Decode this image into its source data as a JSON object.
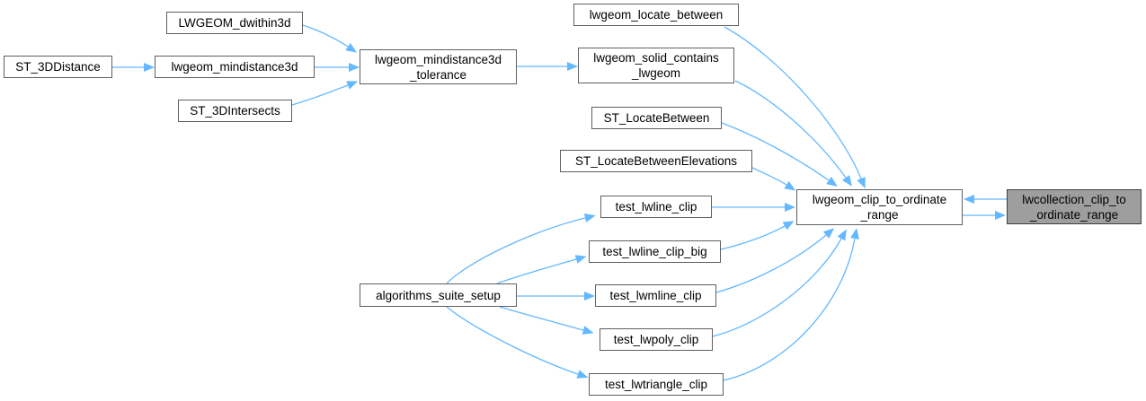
{
  "diagram": {
    "type": "call-graph",
    "nodes": [
      {
        "id": "st_3ddistance",
        "label": "ST_3DDistance",
        "lines": [
          "ST_3DDistance"
        ],
        "highlighted": false
      },
      {
        "id": "lwgeom_dwithin3d",
        "label": "LWGEOM_dwithin3d",
        "lines": [
          "LWGEOM_dwithin3d"
        ],
        "highlighted": false
      },
      {
        "id": "lwgeom_mindistance3d",
        "label": "lwgeom_mindistance3d",
        "lines": [
          "lwgeom_mindistance3d"
        ],
        "highlighted": false
      },
      {
        "id": "st_3dintersects",
        "label": "ST_3DIntersects",
        "lines": [
          "ST_3DIntersects"
        ],
        "highlighted": false
      },
      {
        "id": "lwgeom_mindistance3d_tolerance",
        "label": "lwgeom_mindistance3d_tolerance",
        "lines": [
          "lwgeom_mindistance3d",
          "_tolerance"
        ],
        "highlighted": false
      },
      {
        "id": "lwgeom_locate_between",
        "label": "lwgeom_locate_between",
        "lines": [
          "lwgeom_locate_between"
        ],
        "highlighted": false
      },
      {
        "id": "lwgeom_solid_contains_lwgeom",
        "label": "lwgeom_solid_contains_lwgeom",
        "lines": [
          "lwgeom_solid_contains",
          "_lwgeom"
        ],
        "highlighted": false
      },
      {
        "id": "st_locatebetween",
        "label": "ST_LocateBetween",
        "lines": [
          "ST_LocateBetween"
        ],
        "highlighted": false
      },
      {
        "id": "st_locatebetweenelevations",
        "label": "ST_LocateBetweenElevations",
        "lines": [
          "ST_LocateBetweenElevations"
        ],
        "highlighted": false
      },
      {
        "id": "test_lwline_clip",
        "label": "test_lwline_clip",
        "lines": [
          "test_lwline_clip"
        ],
        "highlighted": false
      },
      {
        "id": "test_lwline_clip_big",
        "label": "test_lwline_clip_big",
        "lines": [
          "test_lwline_clip_big"
        ],
        "highlighted": false
      },
      {
        "id": "algorithms_suite_setup",
        "label": "algorithms_suite_setup",
        "lines": [
          "algorithms_suite_setup"
        ],
        "highlighted": false
      },
      {
        "id": "test_lwmline_clip",
        "label": "test_lwmline_clip",
        "lines": [
          "test_lwmline_clip"
        ],
        "highlighted": false
      },
      {
        "id": "test_lwpoly_clip",
        "label": "test_lwpoly_clip",
        "lines": [
          "test_lwpoly_clip"
        ],
        "highlighted": false
      },
      {
        "id": "test_lwtriangle_clip",
        "label": "test_lwtriangle_clip",
        "lines": [
          "test_lwtriangle_clip"
        ],
        "highlighted": false
      },
      {
        "id": "lwgeom_clip_to_ordinate_range",
        "label": "lwgeom_clip_to_ordinate_range",
        "lines": [
          "lwgeom_clip_to_ordinate",
          "_range"
        ],
        "highlighted": false
      },
      {
        "id": "lwcollection_clip_to_ordinate_range",
        "label": "lwcollection_clip_to_ordinate_range",
        "lines": [
          "lwcollection_clip_to",
          "_ordinate_range"
        ],
        "highlighted": true
      }
    ],
    "edges": [
      {
        "from": "st_3ddistance",
        "to": "lwgeom_mindistance3d"
      },
      {
        "from": "lwgeom_dwithin3d",
        "to": "lwgeom_mindistance3d_tolerance"
      },
      {
        "from": "lwgeom_mindistance3d",
        "to": "lwgeom_mindistance3d_tolerance"
      },
      {
        "from": "st_3dintersects",
        "to": "lwgeom_mindistance3d_tolerance"
      },
      {
        "from": "lwgeom_mindistance3d_tolerance",
        "to": "lwgeom_solid_contains_lwgeom"
      },
      {
        "from": "lwgeom_locate_between",
        "to": "lwgeom_clip_to_ordinate_range"
      },
      {
        "from": "lwgeom_solid_contains_lwgeom",
        "to": "lwgeom_clip_to_ordinate_range"
      },
      {
        "from": "st_locatebetween",
        "to": "lwgeom_clip_to_ordinate_range"
      },
      {
        "from": "st_locatebetweenelevations",
        "to": "lwgeom_clip_to_ordinate_range"
      },
      {
        "from": "test_lwline_clip",
        "to": "lwgeom_clip_to_ordinate_range"
      },
      {
        "from": "test_lwline_clip_big",
        "to": "lwgeom_clip_to_ordinate_range"
      },
      {
        "from": "test_lwmline_clip",
        "to": "lwgeom_clip_to_ordinate_range"
      },
      {
        "from": "test_lwpoly_clip",
        "to": "lwgeom_clip_to_ordinate_range"
      },
      {
        "from": "test_lwtriangle_clip",
        "to": "lwgeom_clip_to_ordinate_range"
      },
      {
        "from": "algorithms_suite_setup",
        "to": "test_lwline_clip"
      },
      {
        "from": "algorithms_suite_setup",
        "to": "test_lwline_clip_big"
      },
      {
        "from": "algorithms_suite_setup",
        "to": "test_lwmline_clip"
      },
      {
        "from": "algorithms_suite_setup",
        "to": "test_lwpoly_clip"
      },
      {
        "from": "algorithms_suite_setup",
        "to": "test_lwtriangle_clip"
      },
      {
        "from": "lwcollection_clip_to_ordinate_range",
        "to": "lwgeom_clip_to_ordinate_range"
      },
      {
        "from": "lwgeom_clip_to_ordinate_range",
        "to": "lwcollection_clip_to_ordinate_range"
      }
    ]
  },
  "colors": {
    "background": "#ffffff",
    "edge": "#63b8ff",
    "node_fill": "#ffffff",
    "node_border": "#5f5f5f",
    "highlight_fill": "#9e9e9e",
    "highlight_border": "#404040",
    "text": "#000000"
  }
}
